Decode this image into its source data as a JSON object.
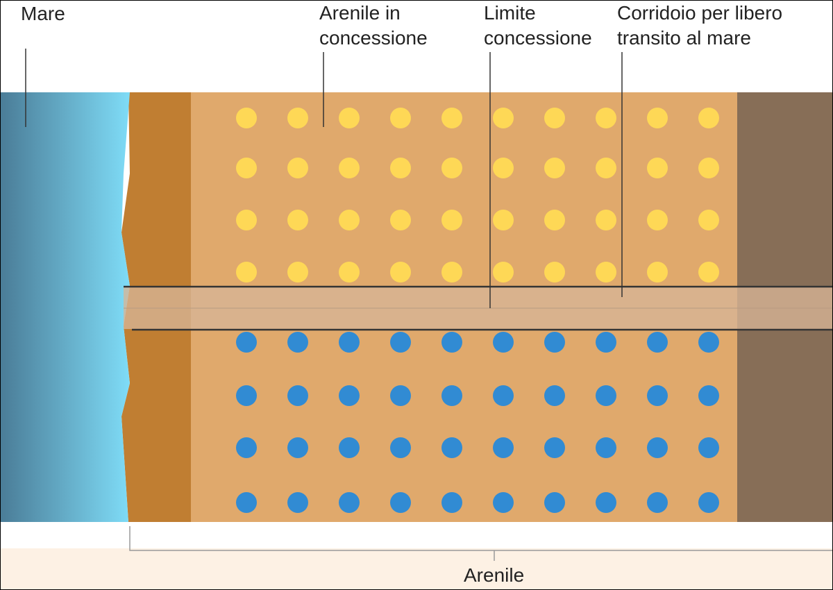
{
  "labels": {
    "mare": "Mare",
    "arenile_concessione": [
      "Arenile in",
      "concessione"
    ],
    "limite_concessione": [
      "Limite",
      "concessione"
    ],
    "corridoio": [
      "Corridoio per libero",
      "transito al mare"
    ],
    "arenile": "Arenile"
  },
  "colors": {
    "sea_dark": "#4a7c97",
    "sea_light": "#7fdcf7",
    "wet_sand": "#c07e32",
    "sand": "#e0a96c",
    "dune": "#876e57",
    "corridor": "#d7b596",
    "umbrella_yellow": "#fed856",
    "umbrella_blue": "#318bd3",
    "bottom_band": "#fdf1e4",
    "line": "#333333"
  },
  "umbrellas": {
    "columns_per_row": 10,
    "yellow_rows": 4,
    "blue_rows": 4
  }
}
